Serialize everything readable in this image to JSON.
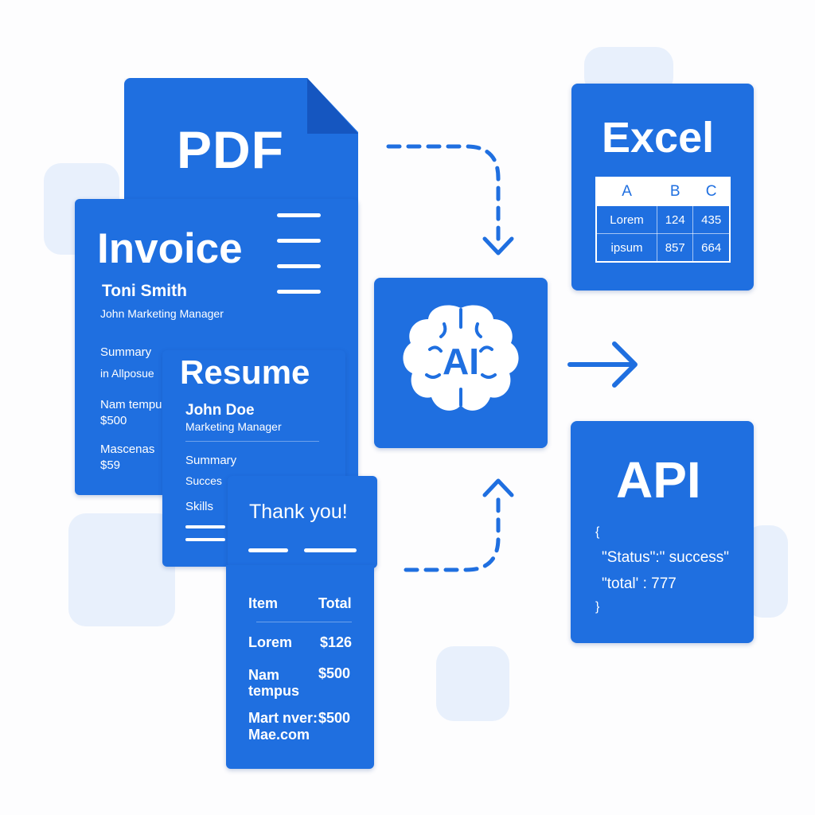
{
  "pdf": {
    "title": "PDF"
  },
  "invoice": {
    "title": "Invoice",
    "name": "Toni Smith",
    "role": "John Marketing Manager",
    "summary_label": "Summary",
    "summary_text": "in Allposue",
    "item1_label": "Nam tempu",
    "item1_amount": "$500",
    "item2_label": "Mascenas",
    "item2_amount": "$59"
  },
  "resume": {
    "title": "Resume",
    "name": "John Doe",
    "role": "Marketing Manager",
    "summary_label": "Summary",
    "summary_text": "Succes",
    "skills_label": "Skills"
  },
  "thank_you": {
    "title": "Thank you!"
  },
  "receipt": {
    "header_item": "Item",
    "header_total": "Total",
    "rows": [
      {
        "item": "Lorem",
        "total": "$126"
      },
      {
        "item": "Nam",
        "item2": "tempus",
        "total": "$500"
      },
      {
        "item": "Mart nver:",
        "item2": "Mae.com",
        "total": "$500"
      }
    ]
  },
  "ai": {
    "label": "AI",
    "icon": "brain-icon"
  },
  "excel": {
    "title": "Excel",
    "columns": [
      "A",
      "B",
      "C"
    ],
    "rows": [
      [
        "Lorem",
        "124",
        "435"
      ],
      [
        "ipsum",
        "857",
        "664"
      ]
    ]
  },
  "api": {
    "title": "API",
    "lines": [
      "{",
      "\"Status\":\" success\"",
      "\"total' : 777",
      "}"
    ]
  },
  "colors": {
    "card": "#1f6fe0",
    "card_dark": "#1556c0",
    "accent_bg": "#e8f0fc",
    "text": "#ffffff"
  }
}
